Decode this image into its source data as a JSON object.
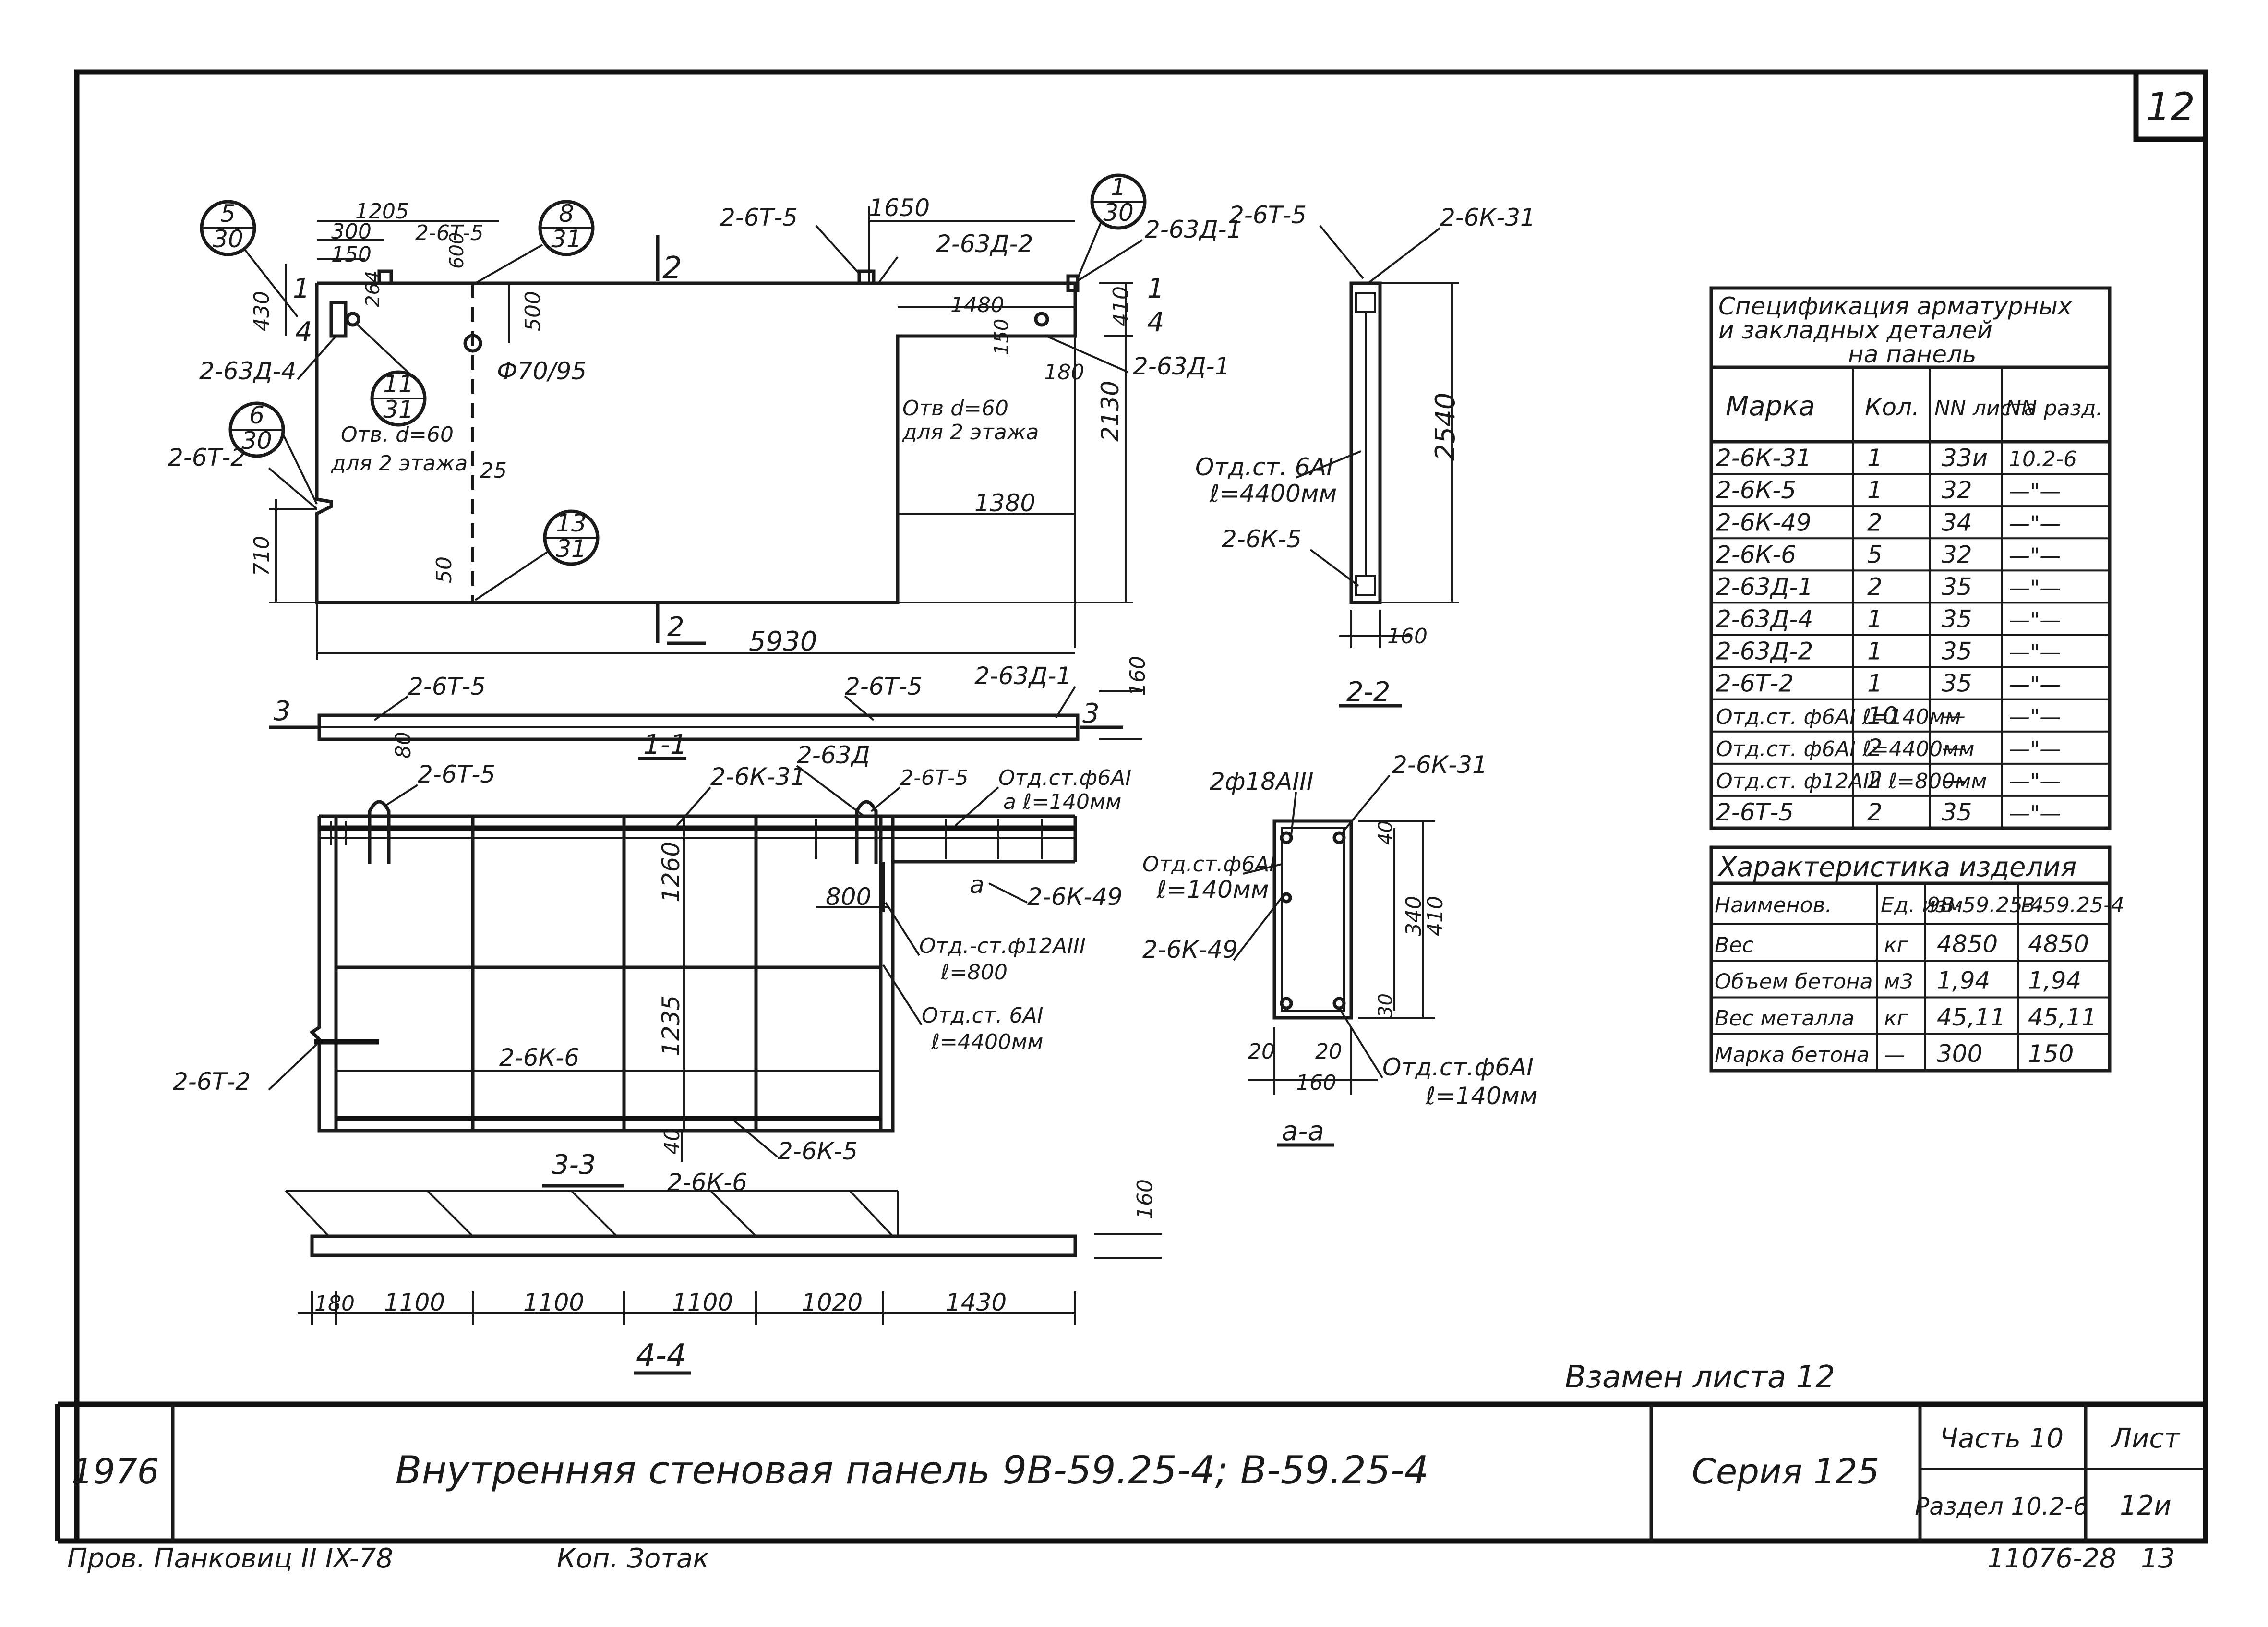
{
  "sheet": {
    "corner_number": "12",
    "replaces": "Взамен листа 12"
  },
  "title_block": {
    "year": "1976",
    "title": "Внутренняя стеновая панель 9В-59.25-4; В-59.25-4",
    "series": "Серия 125",
    "part": "Часть 10",
    "section": "Раздел 10.2-6",
    "sheet_label": "Лист",
    "sheet_number": "12и",
    "doc_number": "11076-28",
    "page": "13",
    "checked": "Пров. Панковиц II IX-78",
    "copied": "Коп. Зотак"
  },
  "spec_table": {
    "title": "Спецификация арматурных и закладных деталей на панель",
    "headers": [
      "Марка",
      "Кол.",
      "NN листа",
      "NN разд."
    ],
    "rows": [
      [
        "2-6К-31",
        "1",
        "33и",
        "10.2-6"
      ],
      [
        "2-6К-5",
        "1",
        "32",
        "—\"—"
      ],
      [
        "2-6К-49",
        "2",
        "34",
        "—\"—"
      ],
      [
        "2-6К-6",
        "5",
        "32",
        "—\"—"
      ],
      [
        "2-63Д-1",
        "2",
        "35",
        "—\"—"
      ],
      [
        "2-63Д-4",
        "1",
        "35",
        "—\"—"
      ],
      [
        "2-63Д-2",
        "1",
        "35",
        "—\"—"
      ],
      [
        "2-6Т-2",
        "1",
        "35",
        "—\"—"
      ],
      [
        "Отд.ст. ф6АI ℓ=140мм",
        "10",
        "—",
        "—\"—"
      ],
      [
        "Отд.ст. ф6АI ℓ=4400мм",
        "2",
        "—",
        "—\"—"
      ],
      [
        "Отд.ст. ф12АIII ℓ=800мм",
        "2",
        "—",
        "—\"—"
      ],
      [
        "2-6Т-5",
        "2",
        "35",
        "—\"—"
      ]
    ]
  },
  "char_table": {
    "title": "Характеристика изделия",
    "headers": [
      "Наименов.",
      "Ед. изм",
      "9В-59.25-4",
      "В-59.25-4"
    ],
    "rows": [
      [
        "Вес",
        "кг",
        "4850",
        "4850"
      ],
      [
        "Объем бетона",
        "м3",
        "1,94",
        "1,94"
      ],
      [
        "Вес металла",
        "кг",
        "45,11",
        "45,11"
      ],
      [
        "Марка бетона",
        "—",
        "300",
        "150"
      ]
    ]
  },
  "drawing": {
    "panel_length": "5930",
    "dim_1205": "1205",
    "dim_300": "300",
    "dim_150": "150",
    "dim_430": "430",
    "dim_264": "264",
    "dim_600": "600",
    "dim_500": "500",
    "dim_1650": "1650",
    "dim_1480": "1480",
    "dim_410": "410",
    "dim_150b": "150",
    "dim_180": "180",
    "dim_2130": "2130",
    "dim_1380": "1380",
    "dim_710": "710",
    "dim_25": "25",
    "dim_50": "50",
    "dim_2540": "2540",
    "dim_160": "160",
    "hole_70": "Ф70/95",
    "hole_note1": "Отв. d=60",
    "hole_note1b": "для 2 этажа",
    "hole_note2": "Отв d=60",
    "hole_note2b": "для 2 этажа",
    "bubble_5_30": [
      "5",
      "30"
    ],
    "bubble_8_31": [
      "8",
      "31"
    ],
    "bubble_1_30": [
      "1",
      "30"
    ],
    "bubble_11_31": [
      "11",
      "31"
    ],
    "bubble_6_30": [
      "6",
      "30"
    ],
    "bubble_13_31": [
      "13",
      "31"
    ],
    "mark_2_6T_5": "2-6Т-5",
    "mark_2_63D_2": "2-63Д-2",
    "mark_2_63D_1": "2-63Д-1",
    "mark_2_63D_4": "2-63Д-4",
    "mark_2_6T_2": "2-6Т-2",
    "mark_2_6K_31": "2-6К-31",
    "mark_2_6K_5": "2-6К-5",
    "mark_2_6K_6": "2-6К-6",
    "mark_2_6K_49": "2-6К-49",
    "mark_2_63D": "2-63Д",
    "otd_6AI_4400": "Отд.ст. 6АI",
    "otd_e_4400": "ℓ=4400мм",
    "otd_6AI_140": "Отд.ст.ф6АI",
    "otd_e_140": "ℓ=140мм",
    "otd_12AIII": "Отд.-ст.ф12АIII",
    "otd_e_800": "ℓ=800",
    "otd_6AI_a": "Отд.ст.ф6АI",
    "otd_a_140": "a ℓ=140мм",
    "bars_2f18": "2ф18АIII",
    "sec_1_1": "1-1",
    "sec_2_2": "2-2",
    "sec_3_3": "3-3",
    "sec_4_4": "4-4",
    "sec_a_a": "a-a",
    "cut_2": "2",
    "cut_3": "3",
    "cut_4": "4",
    "cut_1": "1",
    "cut_a": "a",
    "dim_80": "80",
    "dim_800": "800",
    "dim_1260": "1260",
    "dim_1235": "1235",
    "dim_40": "40",
    "dim_340": "340",
    "dim_410b": "410",
    "dim_30": "30",
    "dim_20a": "20",
    "dim_20b": "20",
    "dim_160b": "160",
    "dim_160c": "160",
    "dim_180b": "180",
    "dim_1100a": "1100",
    "dim_1100b": "1100",
    "dim_1100c": "1100",
    "dim_1020": "1020",
    "dim_1430": "1430"
  }
}
